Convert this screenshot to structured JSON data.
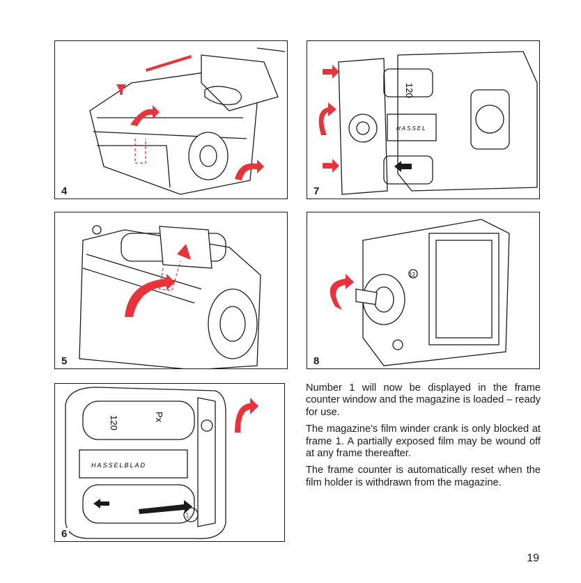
{
  "figures": [
    {
      "id": "p4",
      "number": "4"
    },
    {
      "id": "p7",
      "number": "7"
    },
    {
      "id": "p5",
      "number": "5"
    },
    {
      "id": "p8",
      "number": "8"
    },
    {
      "id": "p6",
      "number": "6"
    }
  ],
  "figure_labels": {
    "film_120": "120",
    "brand_short": "HASSEL",
    "brand_full": "HASSELBLAD",
    "film_brand": "Px",
    "counter_12": "12",
    "counter_1": "1"
  },
  "paragraphs": [
    "Number 1 will now be displayed in the frame counter window and the magazine is loaded – ready for use.",
    "The magazine's film winder crank is only blocked at frame 1. A partially exposed film may be wound off at any frame thereafter.",
    "The frame counter is automatically reset when the film holder is withdrawn from the magazine."
  ],
  "page_number": "19",
  "colors": {
    "accent": "#e8333a",
    "line": "#1a1a1a"
  }
}
